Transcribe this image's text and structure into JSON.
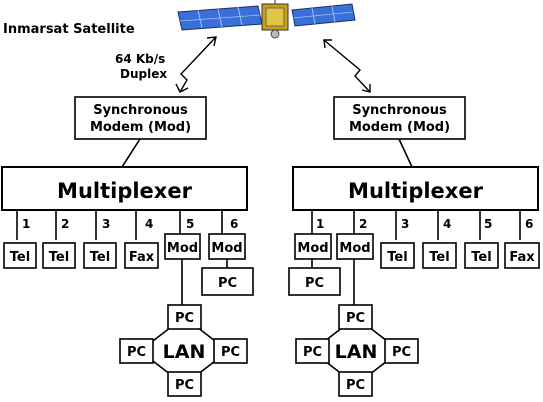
{
  "satellite": {
    "label": "Inmarsat Satellite",
    "icon": "satellite-icon"
  },
  "link": {
    "rate": "64 Kb/s",
    "mode": "Duplex"
  },
  "left": {
    "modem": {
      "line1": "Synchronous",
      "line2": "Modem (Mod)"
    },
    "mux": "Multiplexer",
    "ports": [
      "1",
      "2",
      "3",
      "4",
      "5",
      "6"
    ],
    "devices": [
      "Tel",
      "Tel",
      "Tel",
      "Fax",
      "Mod",
      "Mod"
    ],
    "pc": "PC",
    "lan": {
      "label": "LAN",
      "top": "PC",
      "left": "PC",
      "right": "PC",
      "bottom": "PC"
    }
  },
  "right": {
    "modem": {
      "line1": "Synchronous",
      "line2": "Modem (Mod)"
    },
    "mux": "Multiplexer",
    "ports": [
      "1",
      "2",
      "3",
      "4",
      "5",
      "6"
    ],
    "devices": [
      "Mod",
      "Mod",
      "Tel",
      "Tel",
      "Tel",
      "Fax"
    ],
    "pc": "PC",
    "lan": {
      "label": "LAN",
      "top": "PC",
      "left": "PC",
      "right": "PC",
      "bottom": "PC"
    }
  }
}
